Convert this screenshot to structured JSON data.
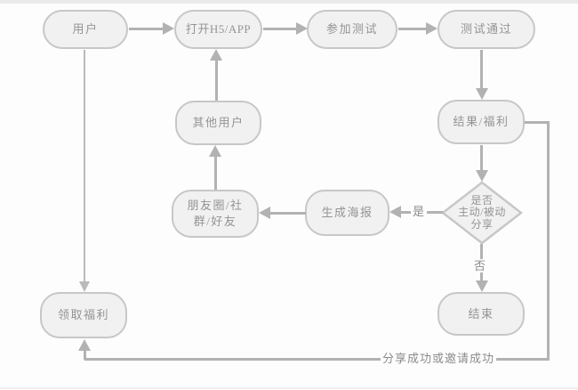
{
  "nodes": {
    "user": {
      "label": "用户"
    },
    "open_app": {
      "label": "打开H5/APP"
    },
    "take_test": {
      "label": "参加测试"
    },
    "test_passed": {
      "label": "测试通过"
    },
    "other_users": {
      "label": "其他用户"
    },
    "result_benefit": {
      "label": "结果/福利"
    },
    "friends_groups": {
      "lines": [
        "朋友圈/社",
        "群/好友"
      ]
    },
    "generate_poster": {
      "label": "生成海报"
    },
    "end_node": {
      "label": "结束"
    },
    "claim_benefit": {
      "label": "领取福利"
    }
  },
  "decision": {
    "lines": [
      "是否",
      "主动/被动",
      "分享"
    ]
  },
  "edge_labels": {
    "yes": "是",
    "no": "否",
    "share_success": "分享成功或邀请成功"
  },
  "colors": {
    "node_fill": "#f1f1f1",
    "node_border": "#c7c7c7",
    "node_text": "#949494",
    "connector": "#b2b2b2",
    "edge_label_text": "#8c8c8c",
    "background": "#fdfdfd"
  }
}
